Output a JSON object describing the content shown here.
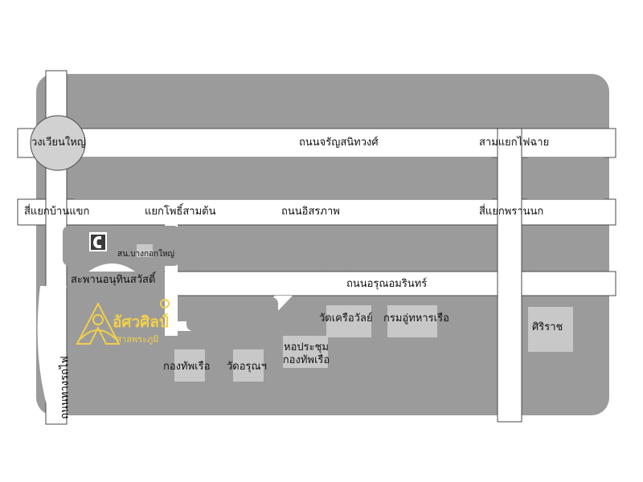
{
  "map": {
    "colors": {
      "block": "#9b9b9b",
      "road": "#ffffff",
      "road_edge": "#4a4a4a",
      "landmark": "#c8c8c8",
      "circle": "#d1d1d1",
      "logo": "#f2cf4a"
    },
    "labels": {
      "wongwian_yai": "วงเวียนใหญ่",
      "charoen_sanitwong": "ถนนจรัญสนิทวงศ์",
      "sam_yaek_fai_chai": "สามแยกไฟฉาย",
      "si_yaek_ban_khaek": "สี่แยกบ้านแขก",
      "yaek_pho_sam_ton": "แยกโพธิ์สามต้น",
      "itsaraphap": "ถนนอิสรภาพ",
      "si_yaek_phran_nok": "สี่แยกพรานนก",
      "bangkok_yai_office": "สน.บางกอกใหญ่",
      "saphan_anuthin": "สะพานอนุทินสวัสดิ์",
      "arun_amarin": "ถนนอรุณอมรินทร์",
      "wat_khruea_wan": "วัดเครือวัลย์",
      "naval_dockyard": "กรมอู่ทหารเรือ",
      "siriraj": "ศิริราช",
      "navy_hall": "หอประชุม\nกองทัพเรือ",
      "navy": "กองทัพเรือ",
      "wat_arun": "วัดอรุณฯ",
      "rot_fai_road": "ถนนทางรถไฟ"
    },
    "logo": {
      "name": "อัศวศิลป์",
      "sub": "ศาลพระภูมิ"
    },
    "icons": {
      "police": "police-station-icon",
      "logo": "ganesh-logo-icon"
    }
  }
}
